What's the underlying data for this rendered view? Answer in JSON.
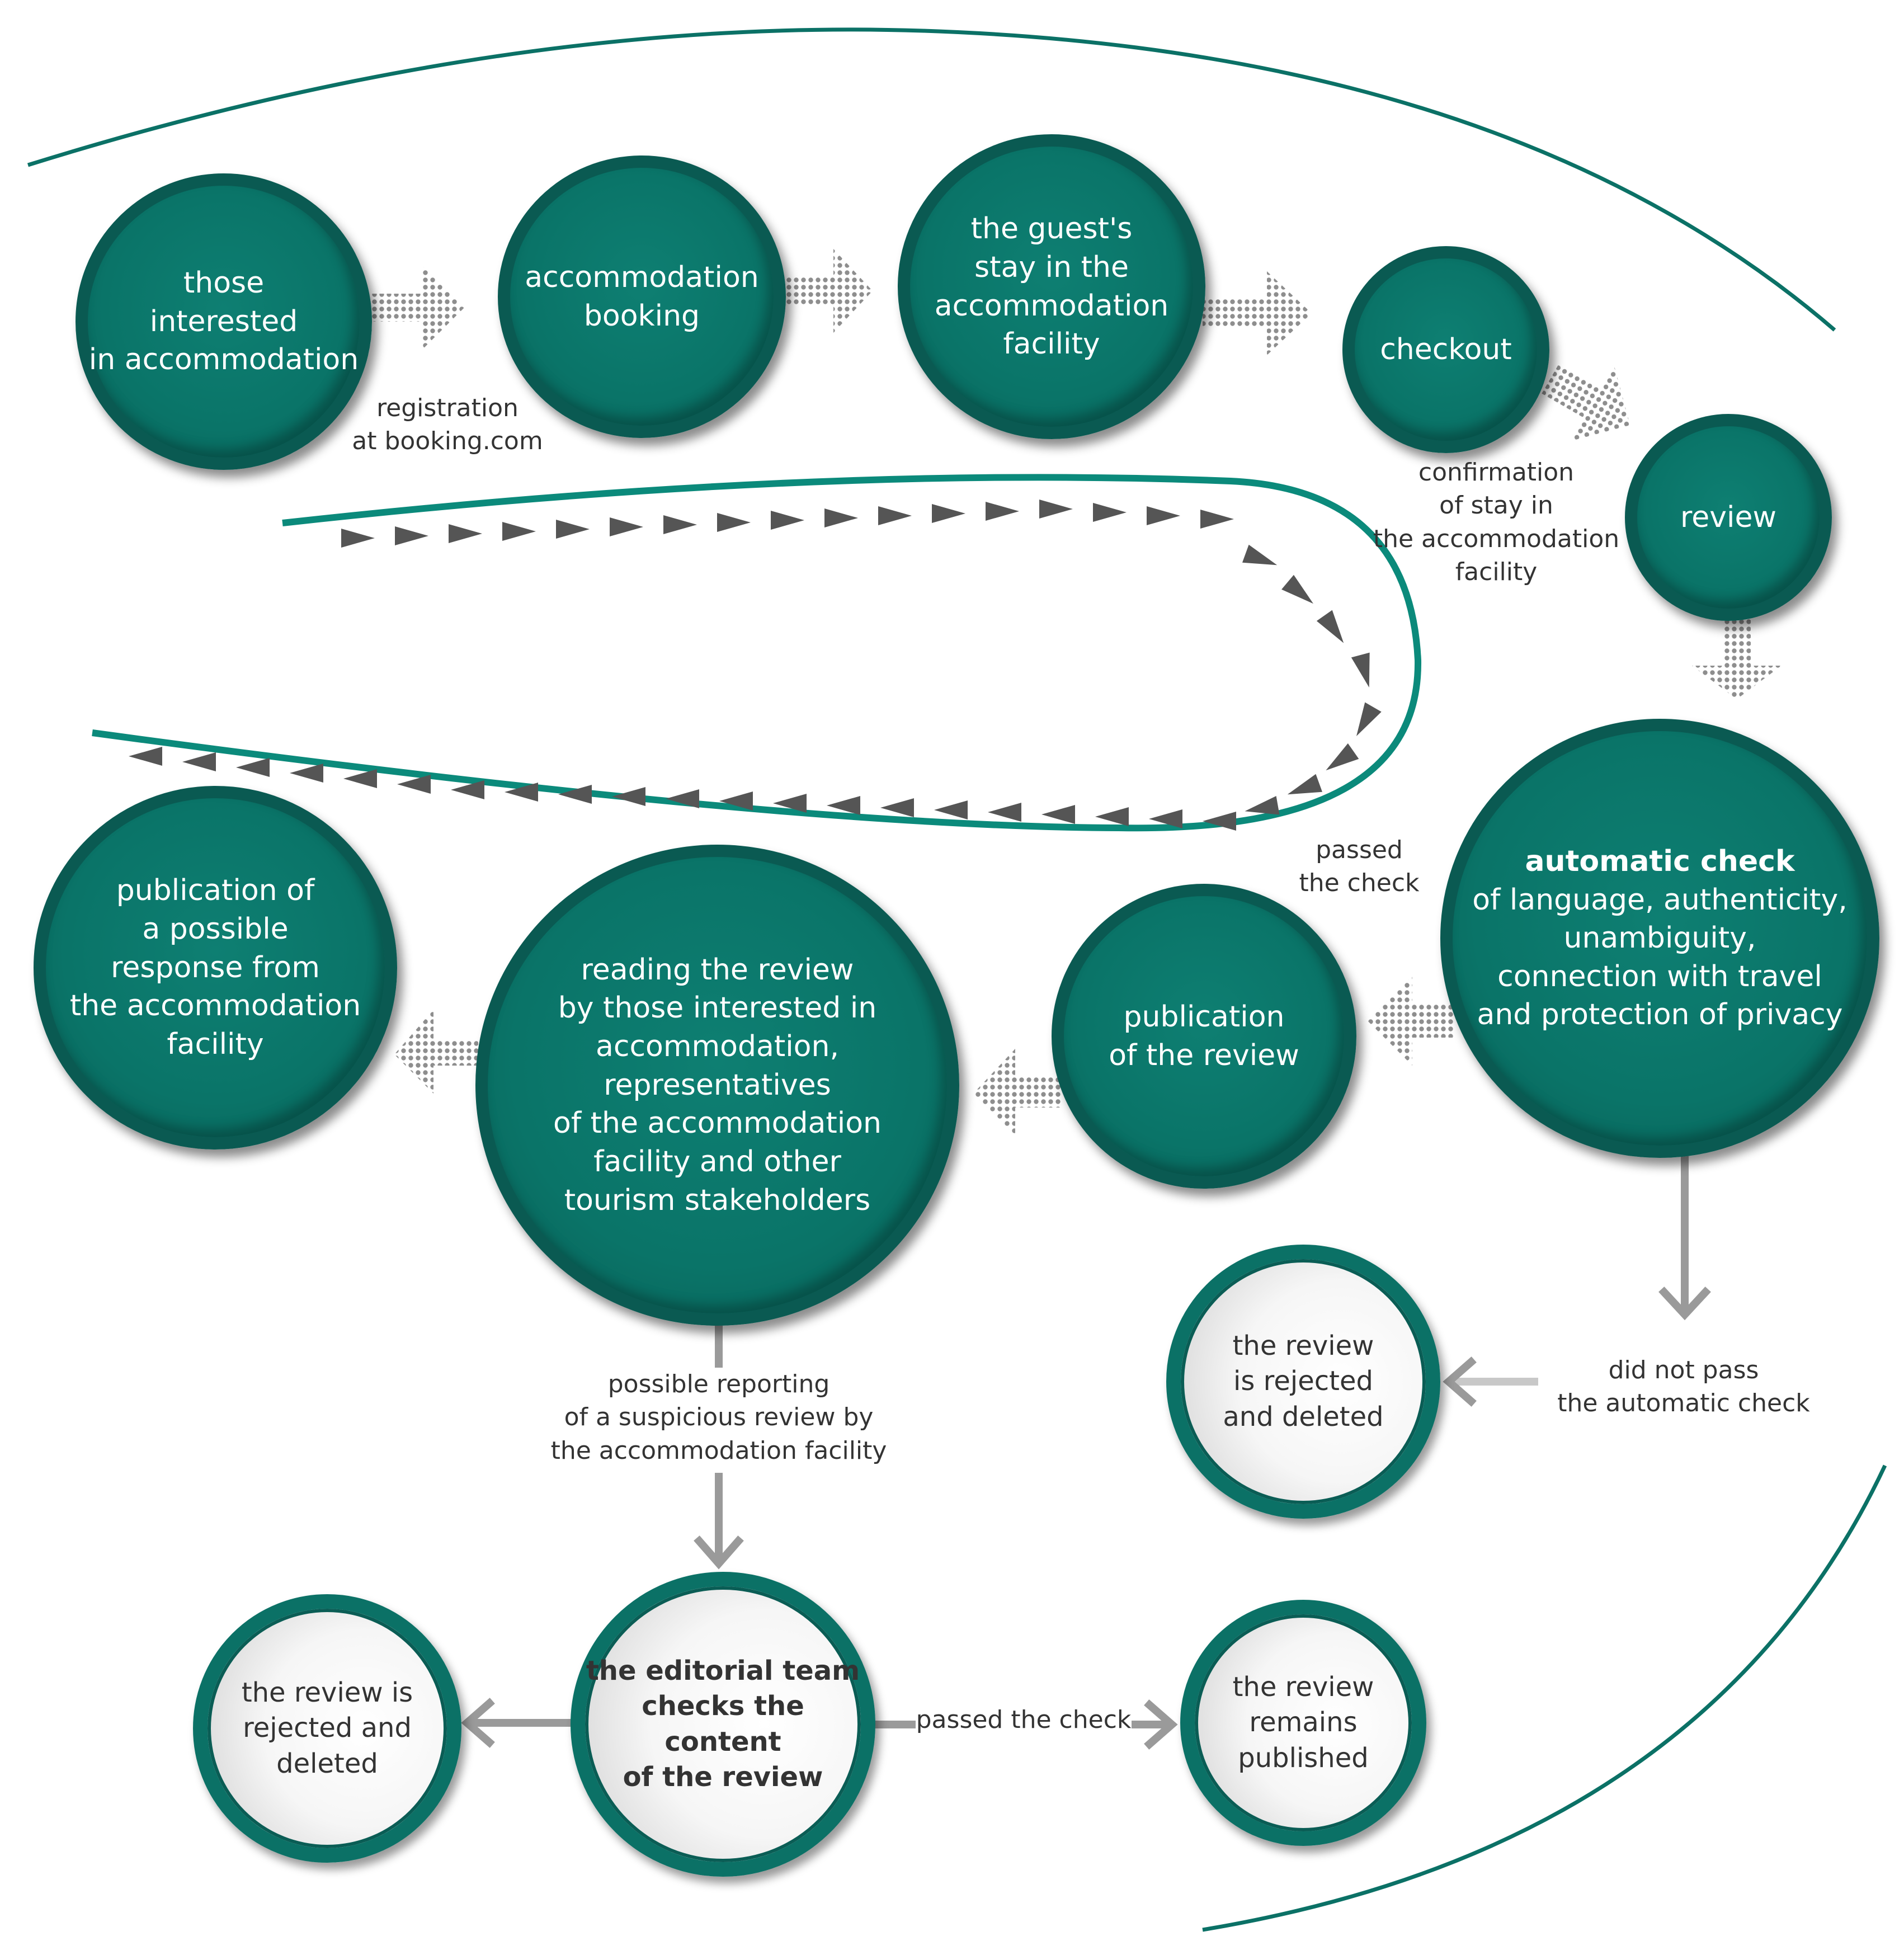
{
  "colors": {
    "teal": "#0a7468",
    "teal_dark": "#0a5a52",
    "arrow_gray": "#9a9a9a",
    "triangle_gray": "#555555"
  },
  "nodes": {
    "interested": "those\ninterested\nin accommodation",
    "booking": "accommodation\nbooking",
    "stay": "the guest's\nstay in the\naccommodation\nfacility",
    "checkout": "checkout",
    "review": "review",
    "auto_check_title": "automatic check",
    "auto_check_body": "of language, authenticity,\nunambiguity,\nconnection with travel\nand protection of privacy",
    "publication_review": "publication\nof the review",
    "reading": "reading the review\nby those interested in\naccommodation,\nrepresentatives\nof the accommodation\nfacility and other\ntourism stakeholders",
    "publication_response": "publication of\na possible\nresponse from\nthe accommodation\nfacility",
    "rejected_auto": "the review\nis rejected\nand deleted",
    "editorial": "the editorial team\nchecks the content\nof the review",
    "rejected_editorial": "the review is\nrejected and\ndeleted",
    "remains": "the review\nremains\npublished"
  },
  "labels": {
    "registration": "registration\nat booking.com",
    "confirmation": "confirmation\nof stay  in\nthe accommodation\nfacility",
    "passed_auto": "passed\nthe check",
    "did_not_pass": "did not pass\nthe automatic check",
    "reporting": "possible reporting\nof a suspicious review by\nthe accommodation facility",
    "passed_editorial": "passed the check"
  }
}
